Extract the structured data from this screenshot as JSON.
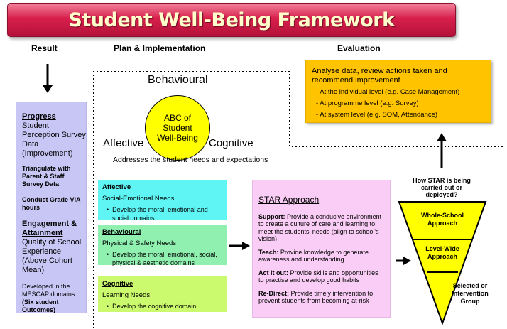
{
  "title": "Student Well-Being Framework",
  "headers": {
    "result": "Result",
    "plan": "Plan & Implementation",
    "evaluation": "Evaluation"
  },
  "result": {
    "progress_heading": "Progress",
    "progress_text": "Student Perception Survey Data (Improvement)",
    "triangulate": "Triangulate with Parent & Staff Survey Data",
    "conduct": "Conduct Grade VIA hours",
    "engagement_heading": "Engagement & Attainment",
    "engagement_text": "Quality of School Experience (Above Cohort Mean)",
    "mescap_prefix": "Developed in the MESCAP domains",
    "mescap_bold": "(Six student Outcomes)"
  },
  "abc": {
    "behavioural": "Behavioural",
    "circle_text": "ABC of Student Well-Being",
    "affective": "Affective",
    "cognitive": "Cognitive",
    "addresses": "Addresses the student needs and expectations"
  },
  "needs": [
    {
      "heading": "Affective",
      "subtitle": "Social-Emotional Needs",
      "bullet": "Develop the moral, emotional and social domains",
      "color": "#5ff5f5"
    },
    {
      "heading": "Behavioural",
      "subtitle": "Physical & Safety Needs",
      "bullet": "Develop the moral, emotional, social, physical & aesthetic domains",
      "color": "#8ff0b0"
    },
    {
      "heading": "Cognitive",
      "subtitle": "Learning Needs",
      "bullet": "Develop the cognitive domain",
      "color": "#ccfa6e"
    }
  ],
  "star": {
    "title": "STAR Approach",
    "items": [
      {
        "label": "Support:",
        "text": "Provide a conducive environment to create a culture of care and learning to meet the students' needs (align to school's vision)"
      },
      {
        "label": "Teach:",
        "text": "Provide knowledge to generate awareness and understanding"
      },
      {
        "label": "Act it out:",
        "text": "Provide skills and opportunities to practise and develop good habits"
      },
      {
        "label": "Re-Direct:",
        "text": "Provide timely intervention to prevent students from becoming at-risk"
      }
    ]
  },
  "evaluation": {
    "main": "Analyse data, review actions taken and recommend improvement",
    "items": [
      "- At the individual level (e.g. Case Management)",
      "- At programme level (e.g. Survey)",
      "- At system level (e.g. SOM, Attendance)"
    ]
  },
  "triangle": {
    "question": "How STAR is being carried out or deployed?",
    "whole": "Whole-School Approach",
    "level": "Level-Wide Approach",
    "selected": "Selected or Intervention Group"
  },
  "colors": {
    "banner": "#d81f4c",
    "banner_text": "#ffffcc",
    "result_box": "#c8c6f5",
    "evaluation_box": "#ffc300",
    "star_box": "#f9cdf5",
    "circle": "#ffff00"
  }
}
